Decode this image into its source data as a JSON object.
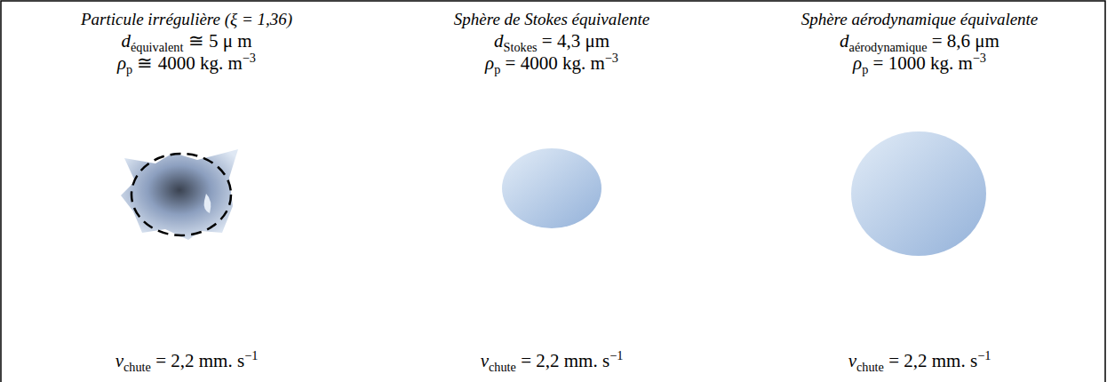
{
  "diagram": {
    "labels": [
      "Particule irrégulière (ξ = 1,36)",
      "Sphère de Stokes équivalente",
      "Sphère aérodynamique équivalente",
      "déquivalent ≅ 5 μ m",
      "dStokes = 4,3 μm",
      "daérodynamique = 8,6 μm",
      "ρp ≅ 4000 kg. m−3",
      "ρp = 4000 kg. m−3",
      "ρp = 1000 kg. m−3",
      "vchute = 2,2 mm. s−1",
      "vchute = 2,2 mm. s−1",
      "vchute = 2,2 mm. s−1"
    ]
  }
}
